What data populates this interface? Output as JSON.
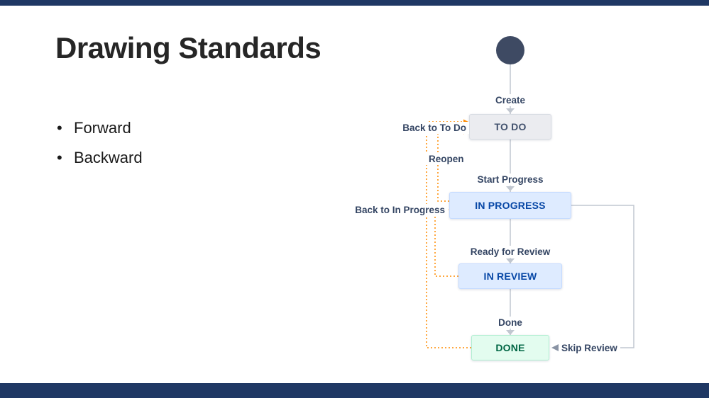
{
  "slide": {
    "title": "Drawing Standards",
    "bullets": [
      {
        "text": "Forward"
      },
      {
        "text": "Backward"
      }
    ],
    "accent_bar_color": "#1f3864"
  },
  "workflow": {
    "node_color": "#3e4a63",
    "line_color": "#c1c7d0",
    "backward_line_color": "#ff8b00",
    "statuses": [
      {
        "label": "TO DO",
        "bg": "#ebecf0",
        "text_color": "#42526e"
      },
      {
        "label": "IN PROGRESS",
        "bg": "#deebff",
        "text_color": "#0747a6"
      },
      {
        "label": "IN REVIEW",
        "bg": "#deebff",
        "text_color": "#0747a6"
      },
      {
        "label": "DONE",
        "bg": "#e3fcef",
        "text_color": "#006644"
      }
    ],
    "transitions": {
      "create": "Create",
      "start_progress": "Start Progress",
      "ready_for_review": "Ready for Review",
      "done": "Done",
      "back_to_to_do": "Back to To Do",
      "reopen": "Reopen",
      "back_to_in_progress": "Back to In Progress",
      "skip_review": "Skip Review"
    }
  }
}
